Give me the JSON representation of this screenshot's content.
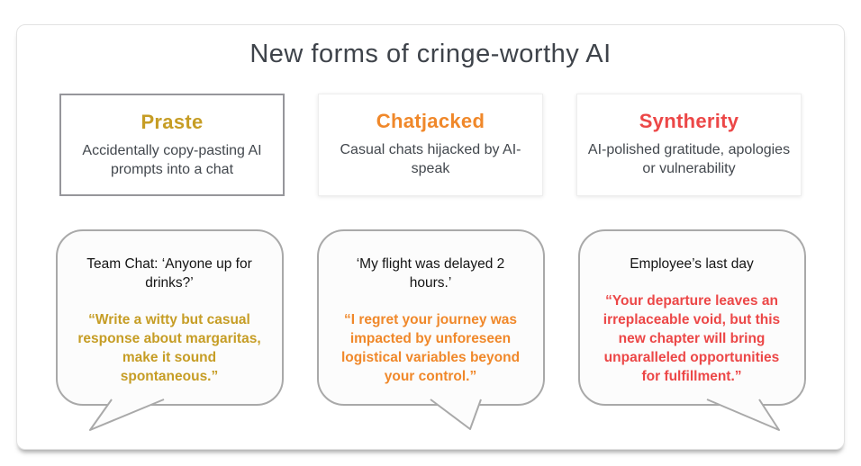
{
  "page": {
    "title": "New forms of cringe-worthy AI"
  },
  "columns": [
    {
      "name": "praste",
      "accent_color": "#c69d25",
      "card": {
        "title": "Praste",
        "description": "Accidentally copy-pasting AI prompts into a chat"
      },
      "bubble": {
        "context": "Team Chat: ‘Anyone up for drinks?’",
        "quote": "“Write a witty but casual response about margaritas, make it sound spontaneous.”"
      }
    },
    {
      "name": "chatjacked",
      "accent_color": "#f0882a",
      "card": {
        "title": "Chatjacked",
        "description": "Casual chats hijacked by AI-speak"
      },
      "bubble": {
        "context": "‘My flight was delayed 2 hours.’",
        "quote": "“I regret your journey was impacted by unforeseen logistical variables beyond your control.”"
      }
    },
    {
      "name": "syntherity",
      "accent_color": "#ec4747",
      "card": {
        "title": "Syntherity",
        "description": "AI-polished gratitude, apologies or vulnerability"
      },
      "bubble": {
        "context": "Employee’s last day",
        "quote": "“Your departure leaves an irreplaceable void, but this new chapter will bring unparalleled opportunities for fulfillment.”"
      }
    }
  ]
}
